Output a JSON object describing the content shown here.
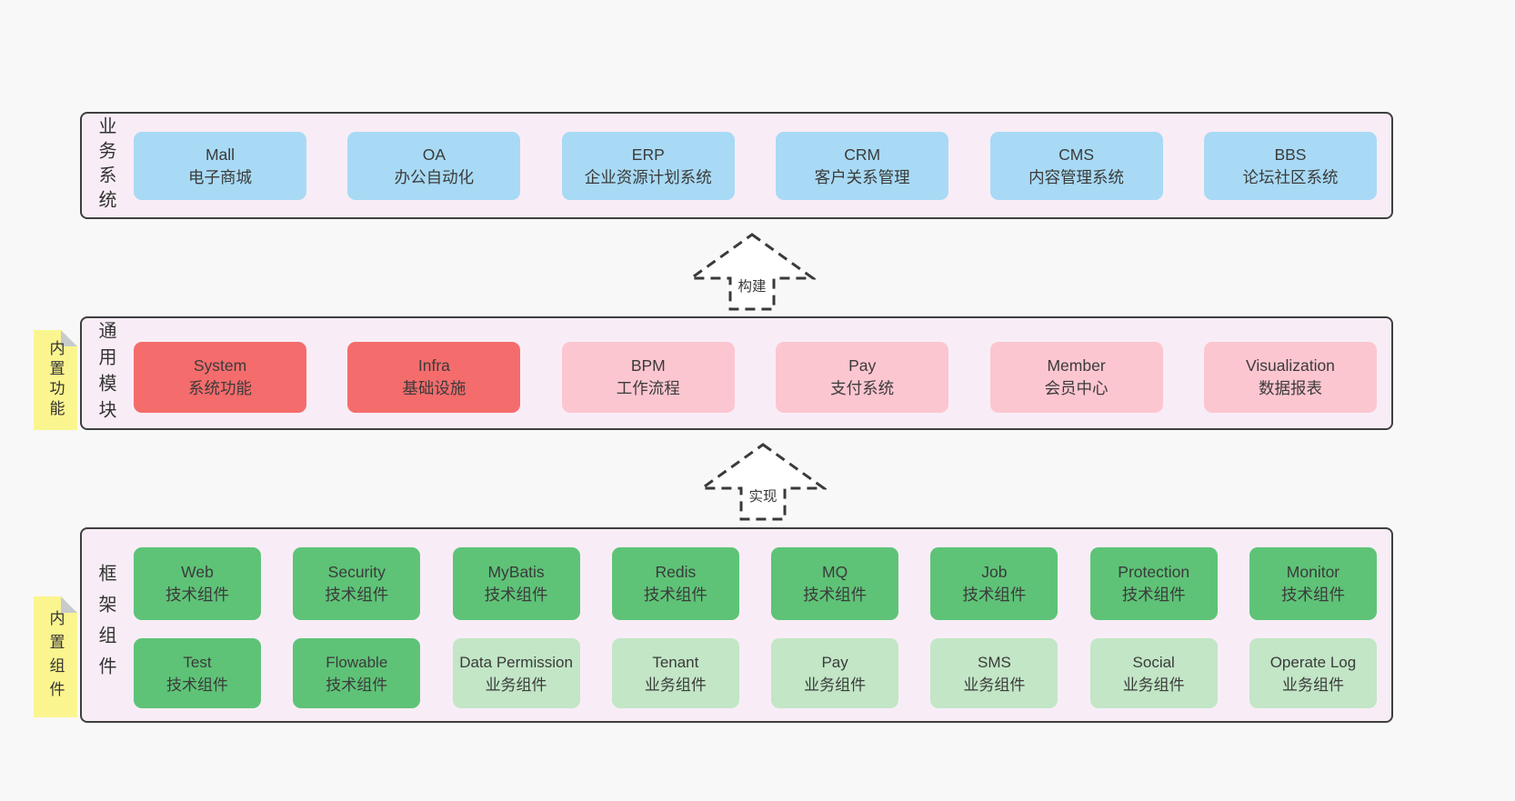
{
  "colors": {
    "page_bg": "#f8f8f8",
    "layer_bg": "#f8edf6",
    "layer_border": "#3f3f3f",
    "box_blue": "#a8daf5",
    "box_red": "#f56c6c",
    "box_pink": "#fcc6d0",
    "box_green_dark": "#5ec377",
    "box_green_light": "#c2e6c6",
    "sticky_yellow": "#fbf590",
    "text": "#3c3c3c"
  },
  "stickies": [
    {
      "text": "内置功能"
    },
    {
      "text": "内置组件"
    }
  ],
  "arrows": [
    {
      "label": "构建"
    },
    {
      "label": "实现"
    }
  ],
  "layers": [
    {
      "label": "业务系统",
      "boxes": [
        {
          "en": "Mall",
          "zh": "电子商城"
        },
        {
          "en": "OA",
          "zh": "办公自动化"
        },
        {
          "en": "ERP",
          "zh": "企业资源计划系统"
        },
        {
          "en": "CRM",
          "zh": "客户关系管理"
        },
        {
          "en": "CMS",
          "zh": "内容管理系统"
        },
        {
          "en": "BBS",
          "zh": "论坛社区系统"
        }
      ]
    },
    {
      "label": "通用模块",
      "boxes": [
        {
          "en": "System",
          "zh": "系统功能"
        },
        {
          "en": "Infra",
          "zh": "基础设施"
        },
        {
          "en": "BPM",
          "zh": "工作流程"
        },
        {
          "en": "Pay",
          "zh": "支付系统"
        },
        {
          "en": "Member",
          "zh": "会员中心"
        },
        {
          "en": "Visualization",
          "zh": "数据报表"
        }
      ]
    },
    {
      "label": "框架组件",
      "rows": [
        {
          "boxes": [
            {
              "en": "Web",
              "zh": "技术组件"
            },
            {
              "en": "Security",
              "zh": "技术组件"
            },
            {
              "en": "MyBatis",
              "zh": "技术组件"
            },
            {
              "en": "Redis",
              "zh": "技术组件"
            },
            {
              "en": "MQ",
              "zh": "技术组件"
            },
            {
              "en": "Job",
              "zh": "技术组件"
            },
            {
              "en": "Protection",
              "zh": "技术组件"
            },
            {
              "en": "Monitor",
              "zh": "技术组件"
            }
          ]
        },
        {
          "boxes": [
            {
              "en": "Test",
              "zh": "技术组件"
            },
            {
              "en": "Flowable",
              "zh": "技术组件"
            },
            {
              "en": "Data Permission",
              "zh": "业务组件"
            },
            {
              "en": "Tenant",
              "zh": "业务组件"
            },
            {
              "en": "Pay",
              "zh": "业务组件"
            },
            {
              "en": "SMS",
              "zh": "业务组件"
            },
            {
              "en": "Social",
              "zh": "业务组件"
            },
            {
              "en": "Operate Log",
              "zh": "业务组件"
            }
          ]
        }
      ]
    }
  ]
}
